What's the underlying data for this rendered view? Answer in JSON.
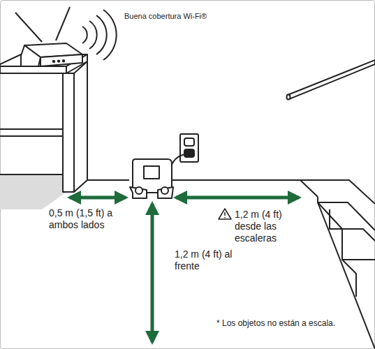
{
  "diagram": {
    "labels": [
      "Buena cobertura Wi-Fi®",
      "0,5 m (1,5 ft) a ambos lados",
      "1,2 m (4 ft) desde las escaleras",
      "1,2 m (4 ft) al frente",
      "* Los objetos no están a escala."
    ]
  }
}
